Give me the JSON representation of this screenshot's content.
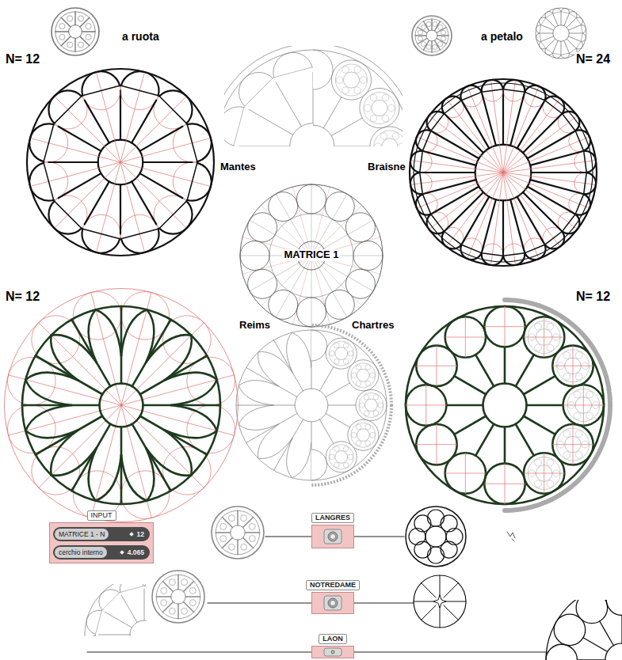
{
  "diagram": {
    "nodes": [
      {
        "text": [
          "INPUT"
        ]
      },
      {
        "text": [
          "MATRICE 1 - N",
          "12"
        ],
        "in": 0
      },
      {
        "text": [
          "cerchio interno",
          "4.065"
        ],
        "in": 0
      },
      {
        "text": [
          "LANGRES"
        ]
      },
      {
        "text": [
          "NOTREDAME"
        ]
      },
      {
        "text": [
          "LAON"
        ]
      }
    ],
    "labels": [
      "a ruota",
      "a petalo",
      "N= 12",
      "N= 24",
      "Mantes",
      "Braisne",
      "MATRICE 1",
      "N= 12",
      "N= 12",
      "Reims",
      "Chartres"
    ]
  }
}
